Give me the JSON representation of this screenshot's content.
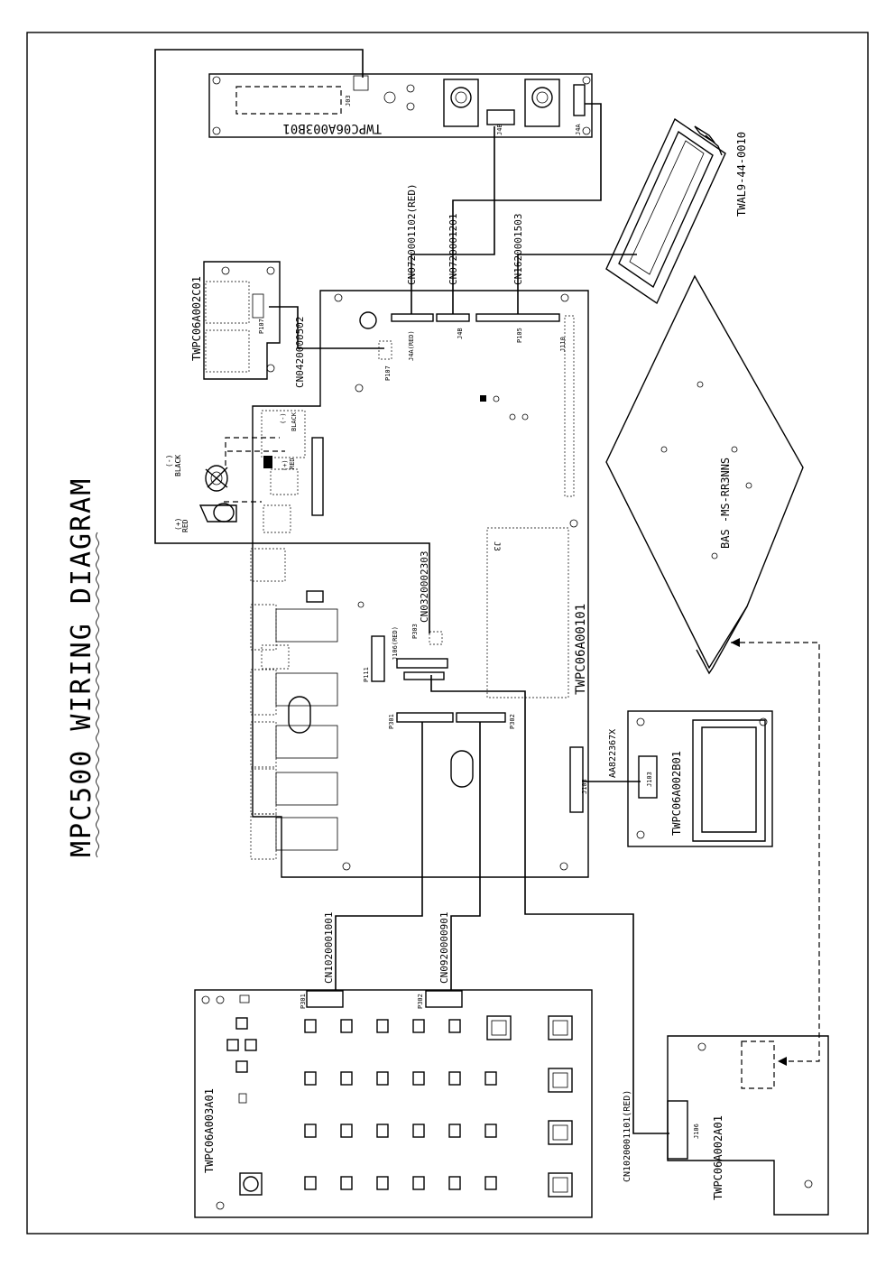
{
  "title": "MPC500 WIRING DIAGRAM",
  "boards": {
    "main": "TWPC06A00101",
    "display_board": "TWPC06A003B01",
    "power_board": "TWPC06A002C01",
    "keypad": "TWPC06A003A01",
    "card_board": "TWPC06A002B01",
    "lower_right_board": "TWPC06A002A01",
    "lcd": "TWAL9-44-0010",
    "chassis": "BAS -MS-RR3NNS"
  },
  "cables": {
    "c1": "CN0720001102(RED)",
    "c2": "CN0720001201",
    "c3": "CN1620001503",
    "c4": "CN0420000502",
    "c5": "CN0320002303",
    "c6": "CN1020001001",
    "c7": "CN0920000901",
    "c8": "CN1020001101(RED)",
    "c9": "AA822367X"
  },
  "connectors": {
    "j4a": "J4A(RED)",
    "j4b": "J4B",
    "p105": "P105",
    "j110": "J110",
    "p107a": "P107",
    "p107b": "P107",
    "j3": "J3",
    "p303": "P303",
    "j106a": "J106(RED)",
    "p111": "P111",
    "p301": "P301",
    "p302": "P302",
    "j103": "J103",
    "j103b": "J103",
    "kp_p301": "P301",
    "kp_p302": "P302",
    "j106": "J106",
    "j4a_top": "J4A",
    "j4b_top": "J4B",
    "j03": "J03"
  },
  "polarity": {
    "neg": "(-)",
    "black": "BLACK",
    "pos": "(+)",
    "red": "RED"
  }
}
